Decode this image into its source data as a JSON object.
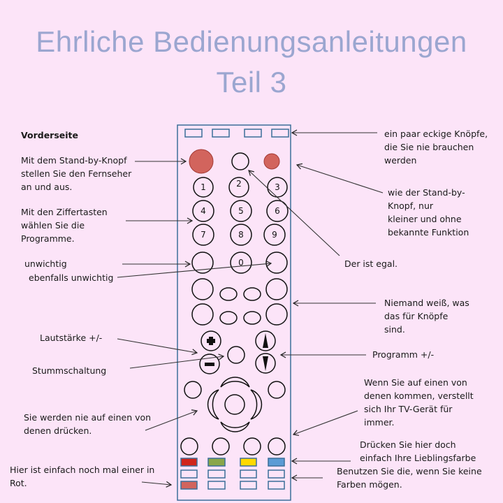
{
  "title": {
    "line1": "Ehrliche Bedienungsanleitungen",
    "line2": "Teil 3"
  },
  "labels": {
    "front_side": "Vorderseite",
    "standby": [
      "Mit dem Stand-by-Knopf",
      "stellen Sie den Fernseher",
      "an und aus."
    ],
    "digits": [
      "Mit den Ziffertasten",
      "wählen Sie die",
      "Programme."
    ],
    "unimportant": "unwichtig",
    "also_unimportant": "ebenfalls unwichtig",
    "volume": "Lautstärke +/-",
    "mute": "Stummschaltung",
    "never_press": [
      "Sie werden nie auf einen von",
      "denen drücken."
    ],
    "red_again": [
      "Hier ist einfach noch mal einer in",
      "Rot."
    ],
    "square_buttons": [
      "ein paar eckige Knöpfe,",
      "die Sie nie brauchen",
      "werden"
    ],
    "like_standby": [
      "wie der Stand-by-",
      "Knopf, nur",
      "kleiner und ohne",
      "bekannte Funktion"
    ],
    "doesnt_matter": "Der ist egal.",
    "nobody_knows": [
      "Niemand weiß, was",
      "das für Knöpfe",
      "sind."
    ],
    "channel": "Programm +/-",
    "tv_forever": [
      "Wenn Sie auf einen von",
      "denen kommen, verstellt",
      "sich Ihr TV-Gerät für",
      "immer."
    ],
    "favorite_color": [
      "Drücken Sie hier doch",
      "einfach Ihre Lieblingsfarbe"
    ],
    "no_colors": [
      "Benutzen Sie die, wenn Sie keine",
      "Farben mögen."
    ]
  },
  "remote": {
    "digit_keys": [
      "1",
      "2",
      "3",
      "4",
      "5",
      "6",
      "7",
      "8",
      "9",
      "0"
    ],
    "colors": {
      "outline": "#3b6e99",
      "standby": "#d2645d",
      "red": "#d0251b",
      "green": "#8aa64a",
      "yellow": "#ffd900",
      "blue": "#5b9bd5",
      "muted_red": "#d2645d"
    }
  }
}
